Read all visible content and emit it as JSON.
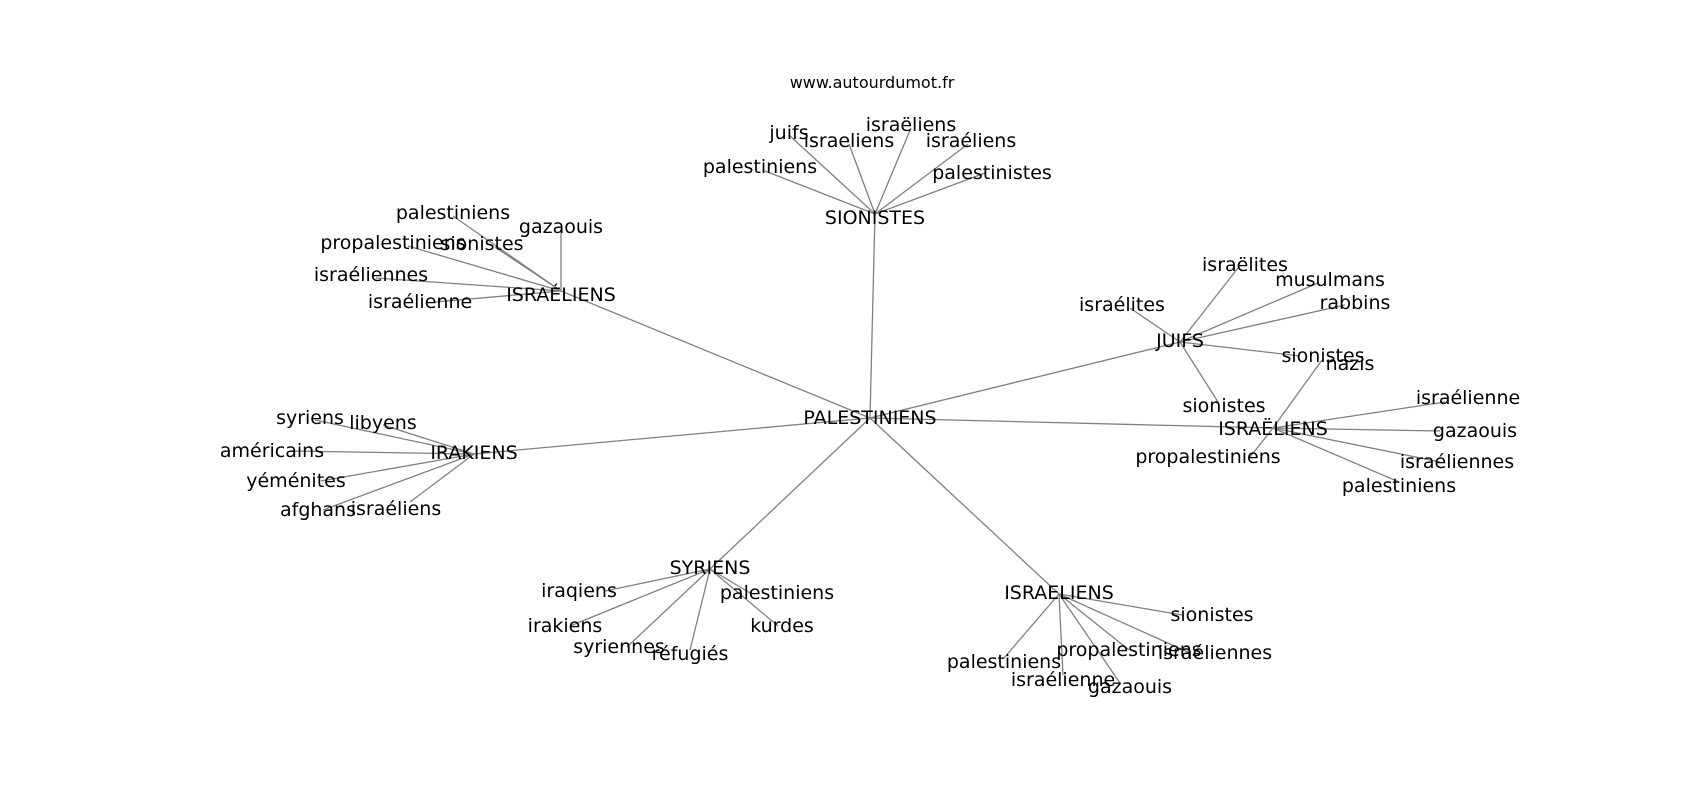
{
  "source": "www.autourdumot.fr",
  "edge_color": "#808080",
  "text_color": "#000000",
  "graph": {
    "center": {
      "id": "center",
      "label": "PALESTINIENS"
    },
    "hubs": [
      {
        "id": "sionistes",
        "label": "SIONISTES",
        "leaves": [
          "juifs",
          "israeliens",
          "israëliens",
          "israéliens",
          "palestinistes",
          "palestiniens"
        ]
      },
      {
        "id": "israeliens_acute",
        "label": "ISRAÉLIENS",
        "leaves": [
          "palestiniens",
          "gazaouis",
          "propalestiniens",
          "sionistes",
          "israéliennes",
          "israélienne"
        ]
      },
      {
        "id": "juifs",
        "label": "JUIFS",
        "leaves": [
          "israélites",
          "israëlites",
          "musulmans",
          "rabbins",
          "sionistes",
          "sionistes"
        ]
      },
      {
        "id": "israeliens_diaeresis",
        "label": "ISRAËLIENS",
        "leaves": [
          "nazis",
          "israélienne",
          "gazaouis",
          "israéliennes",
          "palestiniens",
          "propalestiniens"
        ]
      },
      {
        "id": "irakiens",
        "label": "IRAKIENS",
        "leaves": [
          "syriens",
          "libyens",
          "américains",
          "yéménites",
          "afghans",
          "israéliens"
        ]
      },
      {
        "id": "syriens",
        "label": "SYRIENS",
        "leaves": [
          "iraqiens",
          "palestiniens",
          "irakiens",
          "kurdes",
          "syriennes",
          "réfugiés"
        ]
      },
      {
        "id": "israeliens_plain",
        "label": "ISRAELIENS",
        "leaves": [
          "sionistes",
          "propalestiniens",
          "israéliennes",
          "palestiniens",
          "israélienne",
          "gazaouis"
        ]
      }
    ]
  }
}
